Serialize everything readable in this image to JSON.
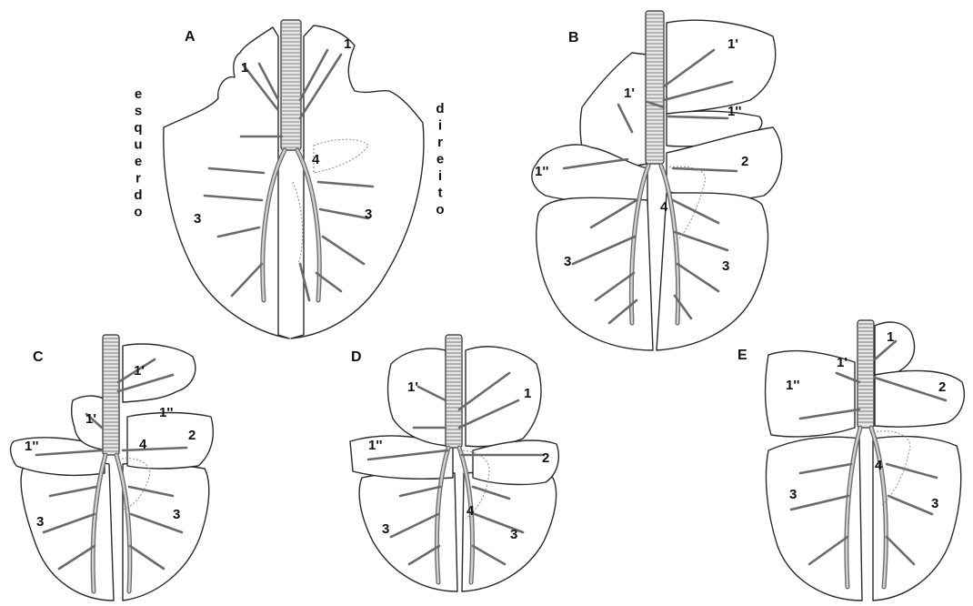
{
  "side_labels": {
    "left": "esquerdo",
    "right": "direito"
  },
  "panels": [
    {
      "letter": "A",
      "labels": [
        "1",
        "1",
        "4",
        "3",
        "3"
      ]
    },
    {
      "letter": "B",
      "labels": [
        "1'",
        "1'",
        "1''",
        "1''",
        "2",
        "4",
        "3",
        "3"
      ]
    },
    {
      "letter": "C",
      "labels": [
        "1'",
        "1'",
        "1''",
        "1''",
        "4",
        "2",
        "3",
        "3"
      ]
    },
    {
      "letter": "D",
      "labels": [
        "1'",
        "1",
        "1''",
        "2",
        "4",
        "3",
        "3"
      ]
    },
    {
      "letter": "E",
      "labels": [
        "1",
        "1'",
        "1''",
        "2",
        "4",
        "3",
        "3"
      ]
    }
  ]
}
